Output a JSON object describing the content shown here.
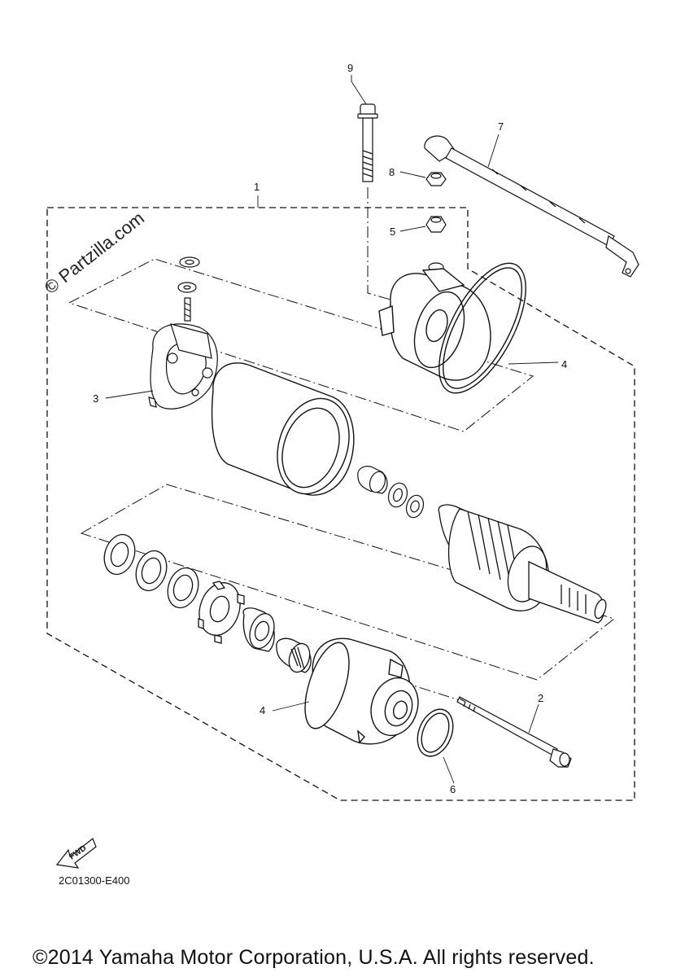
{
  "watermark": "© Partzilla.com",
  "callouts": [
    {
      "id": "1",
      "text": "1"
    },
    {
      "id": "2",
      "text": "2"
    },
    {
      "id": "3",
      "text": "3"
    },
    {
      "id": "4a",
      "text": "4"
    },
    {
      "id": "4b",
      "text": "4"
    },
    {
      "id": "5",
      "text": "5"
    },
    {
      "id": "6",
      "text": "6"
    },
    {
      "id": "7",
      "text": "7"
    },
    {
      "id": "8",
      "text": "8"
    },
    {
      "id": "9",
      "text": "9"
    }
  ],
  "direction_badge": "FWD",
  "diagram_code": "2C01300-E400",
  "copyright": "©2014 Yamaha Motor Corporation, U.S.A. All rights reserved."
}
